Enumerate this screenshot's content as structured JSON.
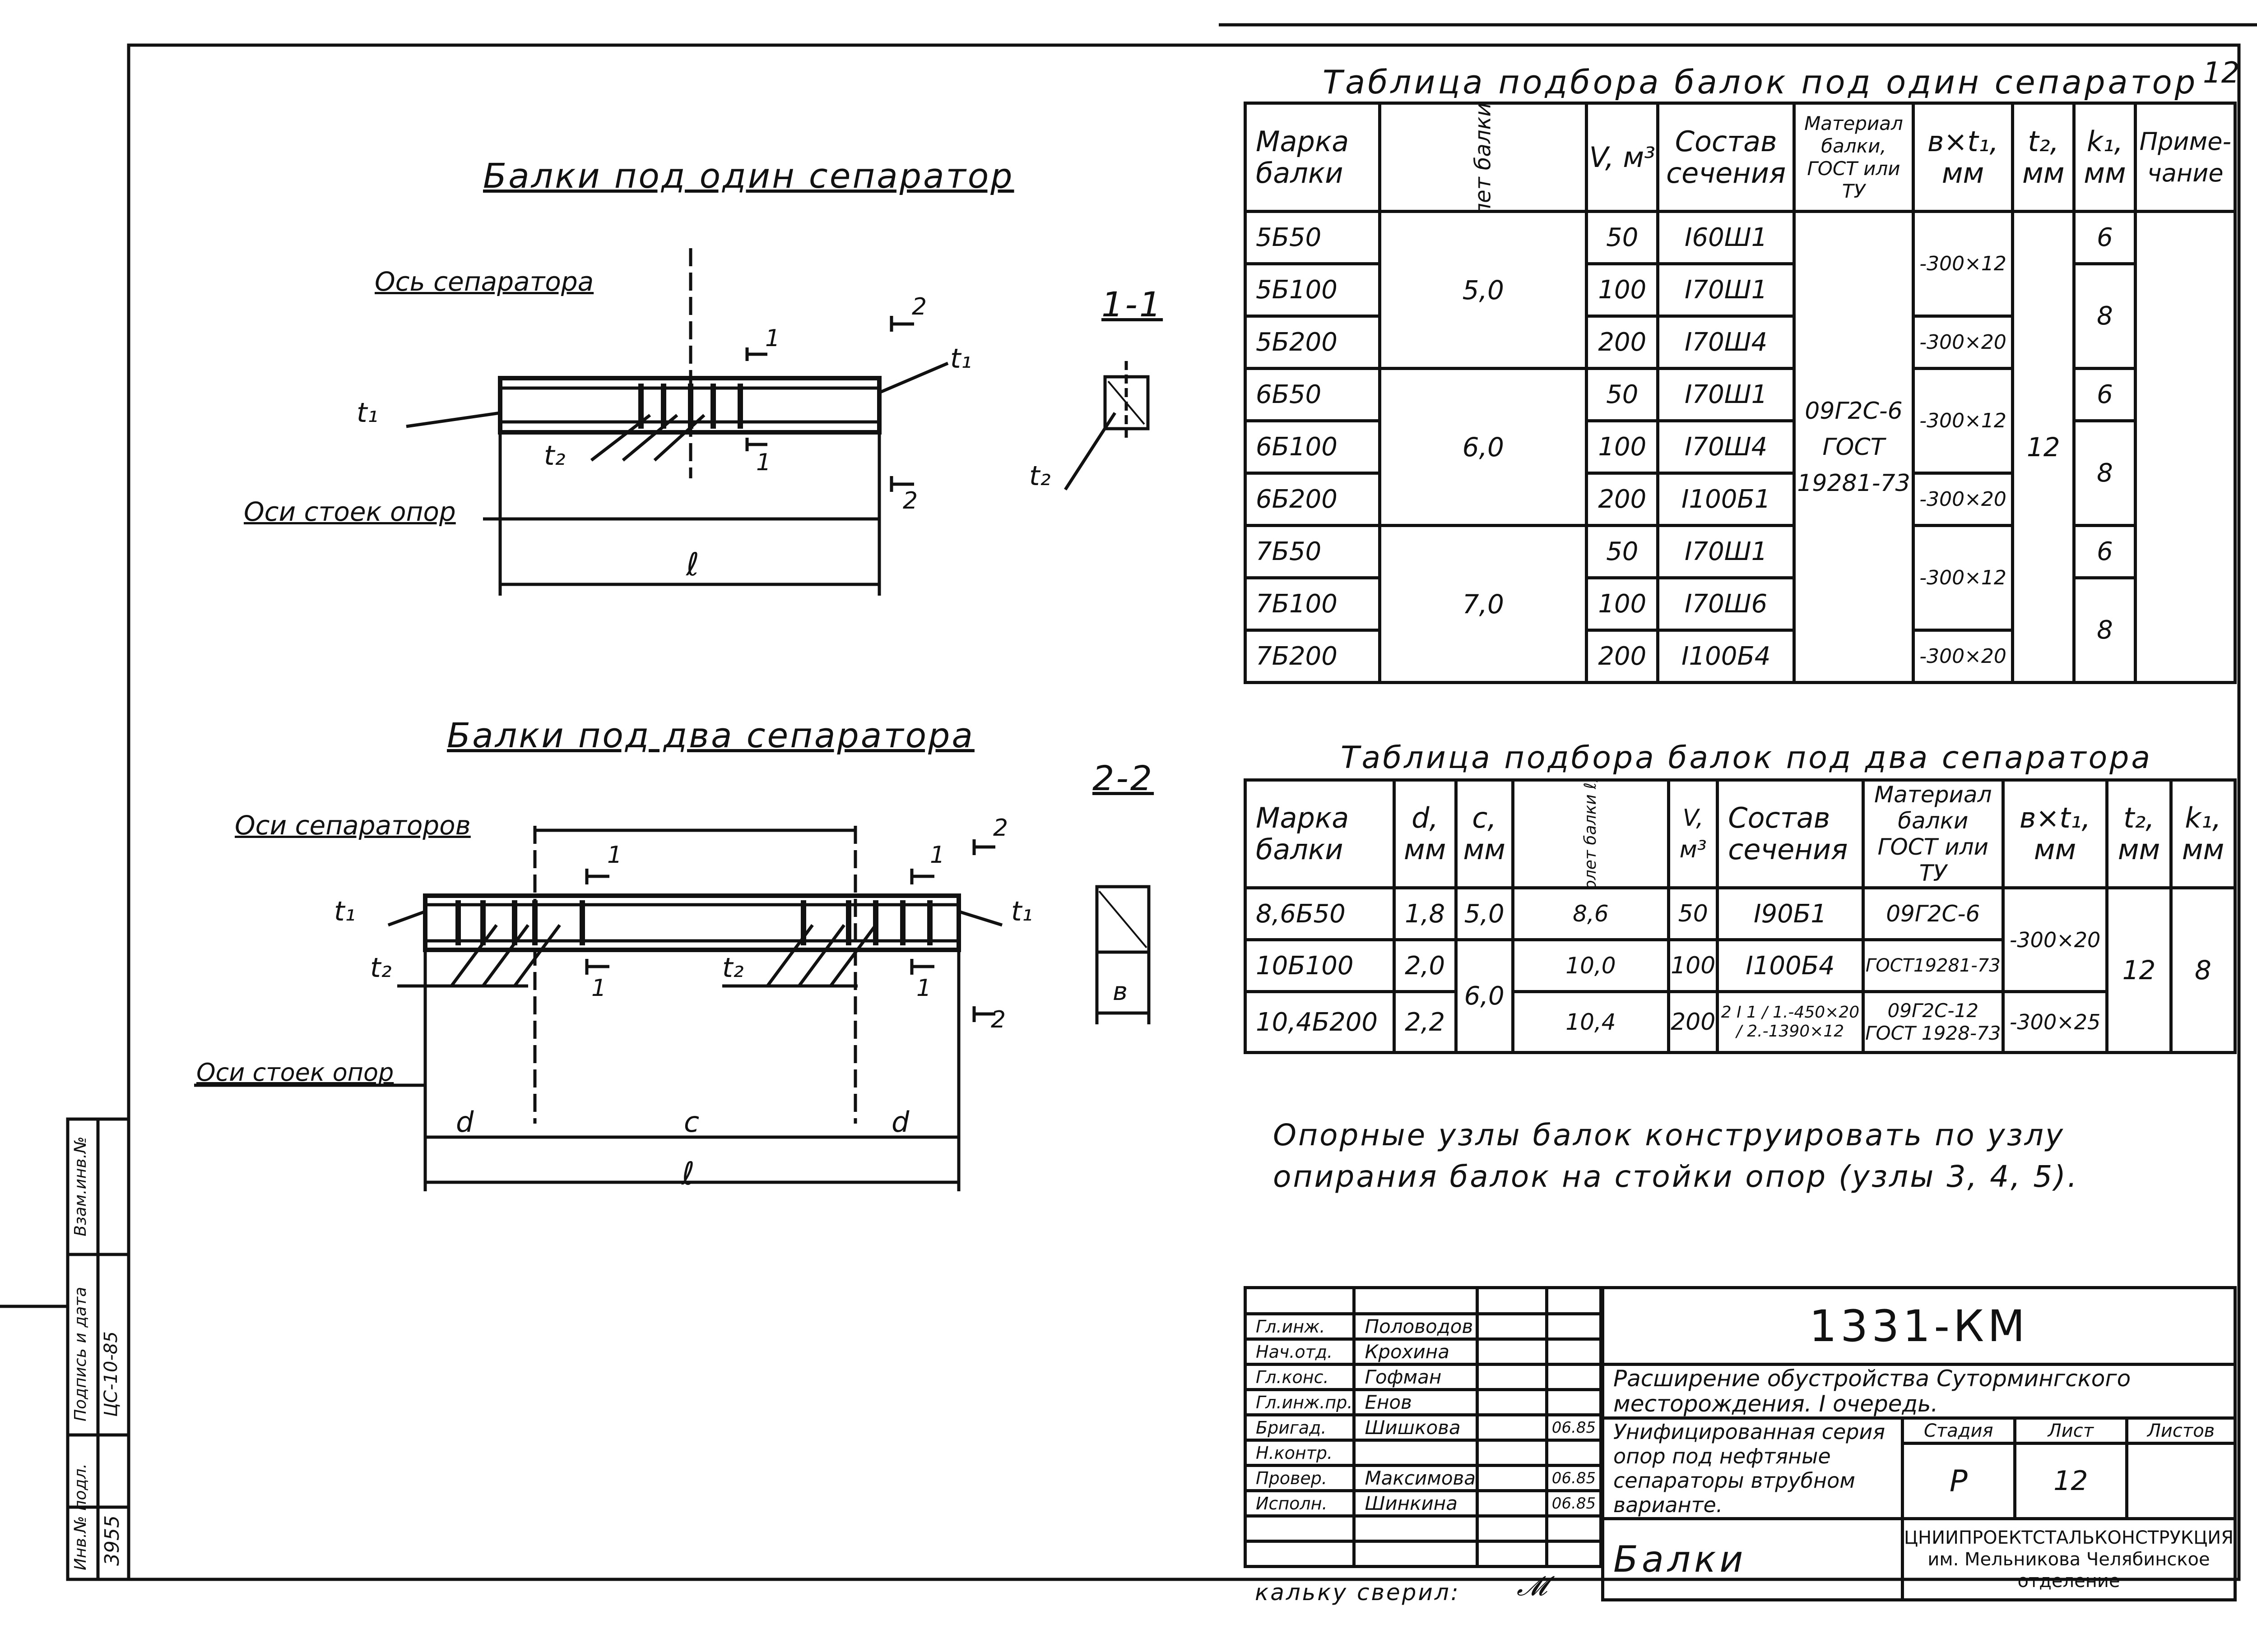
{
  "page_number": "12",
  "left_drawing": {
    "title_one": "Балки под один сепаратор",
    "title_two": "Балки под два сепаратора",
    "section_1": "1-1",
    "section_2": "2-2",
    "axis_separator": "Ось сепаратора",
    "axis_separators": "Оси сепараторов",
    "axis_posts_1": "Оси стоек опор",
    "axis_posts_2": "Оси стоек опор",
    "lbl_t1": "t₁",
    "lbl_t2": "t₂",
    "lbl_l": "ℓ",
    "lbl_d": "d",
    "lbl_c": "c",
    "lbl_b": "в",
    "lbl_1": "1",
    "lbl_2": "2"
  },
  "table1": {
    "caption": "Таблица подбора балок под один сепаратор",
    "headers": {
      "mark": "Марка балки",
      "span": "Пролет балки ℓ, м",
      "v": "V, м³",
      "section": "Состав сечения",
      "material": "Материал балки, ГОСТ или ТУ",
      "bt": "в×t₁, мм",
      "t2": "t₂, мм",
      "k": "k₁, мм",
      "note": "Приме-чание"
    },
    "marks": [
      "5Б50",
      "5Б100",
      "5Б200",
      "6Б50",
      "6Б100",
      "6Б200",
      "7Б50",
      "7Б100",
      "7Б200"
    ],
    "spans": [
      "5,0",
      "6,0",
      "7,0"
    ],
    "volumes": [
      "50",
      "100",
      "200",
      "50",
      "100",
      "200",
      "50",
      "100",
      "200"
    ],
    "sections": [
      "I60Ш1",
      "I70Ш1",
      "I70Ш4",
      "I70Ш1",
      "I70Ш4",
      "I100Б1",
      "I70Ш1",
      "I70Ш6",
      "I100Б4"
    ],
    "material": "09Г2С-6 ГОСТ 19281-73",
    "bt": [
      "-300×12",
      "-300×20",
      "-300×12",
      "-300×20",
      "-300×12",
      "-300×20"
    ],
    "t2": "12",
    "k": [
      "6",
      "8",
      "6",
      "8",
      "6",
      "8"
    ]
  },
  "table2": {
    "caption": "Таблица подбора балок под два сепаратора",
    "headers": {
      "mark": "Марка балки",
      "d": "d, мм",
      "c": "c, мм",
      "span": "Пролет балки ℓ, м",
      "v": "V, м³",
      "section": "Состав сечения",
      "material": "Материал балки ГОСТ или ТУ",
      "bt": "в×t₁, мм",
      "t2": "t₂, мм",
      "k": "k₁, мм"
    },
    "rows": [
      {
        "mark": "8,6Б50",
        "d": "1,8",
        "c": "5,0",
        "span": "8,6",
        "v": "50",
        "section": "I90Б1",
        "material": "09Г2С-6"
      },
      {
        "mark": "10Б100",
        "d": "2,0",
        "c": "6,0",
        "span": "10,0",
        "v": "100",
        "section": "I100Б4",
        "material": "ГОСТ19281-73"
      },
      {
        "mark": "10,4Б200",
        "d": "2,2",
        "c": "",
        "span": "10,4",
        "v": "200",
        "section": "2 I 1 / 1.-450×20 / 2.-1390×12",
        "material": "09Г2С-12 ГОСТ 1928-73"
      }
    ],
    "bt": [
      "-300×20",
      "-300×25"
    ],
    "t2": "12",
    "k": "8"
  },
  "note": "Опорные узлы балок конструировать по узлу опирания балок на стойки опор (узлы 3, 4, 5).",
  "side_stamp": {
    "inv_orig": "Инв.№ подл.",
    "sign_date": "Подпись и дата",
    "inv_dup": "Взам.инв.№",
    "inv_value": "3955",
    "date_value": "ЦС-10-85"
  },
  "title_block": {
    "doc_code": "1331-КМ",
    "project": "Расширение обустройства Сутормингского месторождения. I очередь.",
    "series": "Унифицированная серия опор под нефтяные сепараторы втрубном варианте.",
    "sheet_title": "Балки",
    "stage_label": "Стадия",
    "sheet_label": "Лист",
    "sheets_label": "Листов",
    "stage_value": "Р",
    "sheet_value": "12",
    "sheets_value": "",
    "org": "ЦНИИПРОЕКТСТАЛЬКОНСТРУКЦИЯ им. Мельникова Челябинское отделение",
    "roles": [
      {
        "role": "Гл.инж.",
        "name": "Половодов",
        "date": ""
      },
      {
        "role": "Нач.отд.",
        "name": "Крохина",
        "date": ""
      },
      {
        "role": "Гл.конс.",
        "name": "Гофман",
        "date": ""
      },
      {
        "role": "Гл.инж.пр.",
        "name": "Енов",
        "date": ""
      },
      {
        "role": "Бригад.",
        "name": "Шишкова",
        "date": "06.85"
      },
      {
        "role": "Н.контр.",
        "name": "",
        "date": ""
      },
      {
        "role": "Провер.",
        "name": "Максимова",
        "date": "06.85"
      },
      {
        "role": "Исполн.",
        "name": "Шинкина",
        "date": "06.85"
      }
    ]
  },
  "bottom_note": "кальку сверил:"
}
